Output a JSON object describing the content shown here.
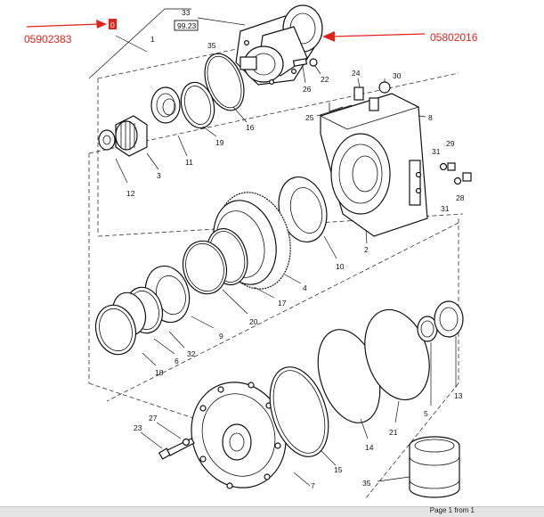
{
  "annotations": {
    "left_part_number": "05902383",
    "right_part_number": "05802016",
    "highlight_marker": "0",
    "arrow_color": "#e2231a"
  },
  "reference_box": {
    "number": "33",
    "value": "99.23"
  },
  "callouts": [
    "1",
    "2",
    "3",
    "4",
    "5",
    "6",
    "7",
    "8",
    "9",
    "10",
    "11",
    "12",
    "13",
    "14",
    "15",
    "16",
    "17",
    "18",
    "19",
    "20",
    "21",
    "22",
    "23",
    "24",
    "25",
    "26",
    "27",
    "28",
    "29",
    "30",
    "31",
    "31",
    "32",
    "35"
  ],
  "statusbar": {
    "page_text": "Page 1 from 1"
  }
}
